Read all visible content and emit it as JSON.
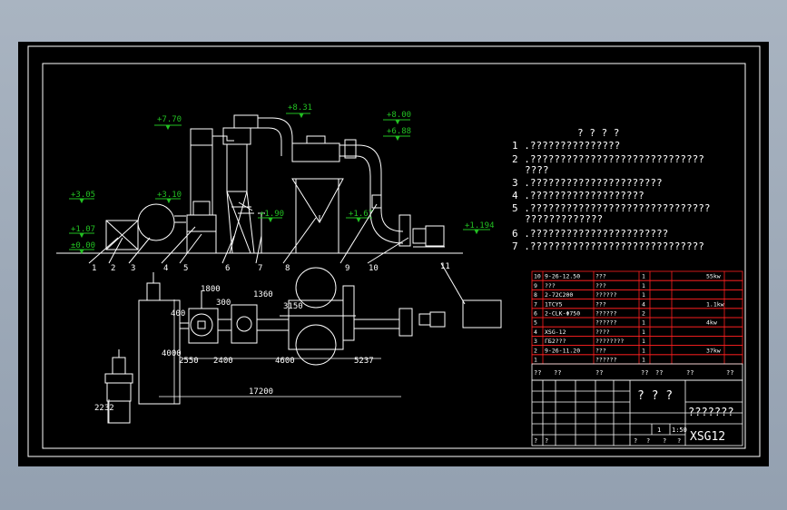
{
  "colors": {
    "background": "#000000",
    "frame": "#ffffff",
    "elevation": "#22c022",
    "equipment": "#ffffff",
    "table_grid": "#ff2020",
    "window_bg": "#9fabba"
  },
  "elevations": [
    "+7.70",
    "+8.31",
    "+8.00",
    "+6.88",
    "+3.05",
    "+3.10",
    "+1.90",
    "+1.67",
    "+1.07",
    "±0.00",
    "+1.194"
  ],
  "callouts": [
    "1",
    "2",
    "3",
    "4",
    "5",
    "6",
    "7",
    "8",
    "9",
    "10",
    "11"
  ],
  "plan_dims": [
    "1800",
    "300",
    "1360",
    "400",
    "3150",
    "4000",
    "2550",
    "2400",
    "4600",
    "5237",
    "17200",
    "2232"
  ],
  "notes": {
    "heading": "?   ?   ?   ?",
    "lines": [
      "1 .???????????????",
      "2 .?????????????????????????????",
      "????",
      "3 .??????????????????????",
      "4 .???????????????????",
      "5 .??????????????????????????????",
      "?????????????",
      "6 .???????????????????????",
      "7 .?????????????????????????????"
    ]
  },
  "bom": {
    "rows": [
      {
        "no": "10",
        "code": "9-26-12.50",
        "name": "???",
        "qty": "1",
        "remark": "55kw"
      },
      {
        "no": "9",
        "code": "???",
        "name": "???",
        "qty": "1",
        "remark": ""
      },
      {
        "no": "8",
        "code": "2-72C200",
        "name": "??????",
        "qty": "1",
        "remark": ""
      },
      {
        "no": "7",
        "code": "1TCY5",
        "name": "???",
        "qty": "4",
        "remark": "1.1kw"
      },
      {
        "no": "6",
        "code": "2-CLK-Φ750",
        "name": "??????",
        "qty": "2",
        "remark": ""
      },
      {
        "no": "5",
        "code": "",
        "name": "??????",
        "qty": "1",
        "remark": "4kw"
      },
      {
        "no": "4",
        "code": "XSG-12",
        "name": "????",
        "qty": "1",
        "remark": ""
      },
      {
        "no": "3",
        "code": "ГБ2???",
        "name": "????????",
        "qty": "1",
        "remark": ""
      },
      {
        "no": "2",
        "code": "9-26-11.20",
        "name": "???",
        "qty": "1",
        "remark": "37kw"
      },
      {
        "no": "1",
        "code": "",
        "name": "??????",
        "qty": "1",
        "remark": ""
      }
    ],
    "header": [
      "??",
      "??",
      "??",
      "??",
      "??",
      "??",
      "??"
    ]
  },
  "title_block": {
    "main_title": "? ? ?",
    "subtitle": "???????",
    "drawing_no": "XSG12",
    "scale": "1:50",
    "sheet": "1",
    "small_labels": [
      "?",
      "?",
      "?",
      "?",
      "?",
      "?"
    ]
  }
}
